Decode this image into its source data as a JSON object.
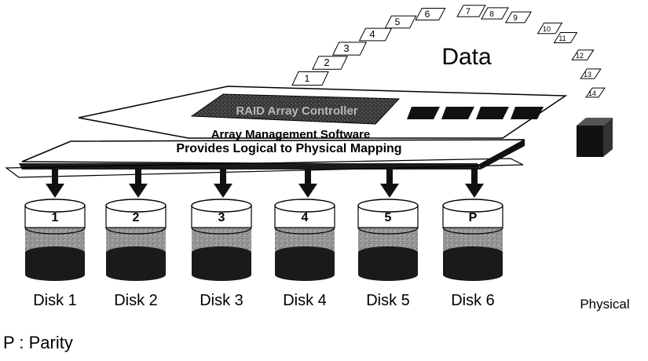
{
  "data_label": "Data",
  "data_blocks": [
    "1",
    "2",
    "3",
    "4",
    "5",
    "6",
    "7",
    "8",
    "9",
    "10",
    "11",
    "12",
    "13",
    "14"
  ],
  "controller_label": "RAID Array Controller",
  "software_line1": "Array Management Software",
  "software_line2": "Provides Logical to Physical Mapping",
  "disks": [
    {
      "cap": "1",
      "name": "Disk 1"
    },
    {
      "cap": "2",
      "name": "Disk 2"
    },
    {
      "cap": "3",
      "name": "Disk 3"
    },
    {
      "cap": "4",
      "name": "Disk 4"
    },
    {
      "cap": "5",
      "name": "Disk 5"
    },
    {
      "cap": "P",
      "name": "Disk 6"
    }
  ],
  "physical_label": "Physical",
  "legend": "P : Parity",
  "colors": {
    "ink": "#000000",
    "band_dark": "#1a1a1a",
    "band_mid": "#8a8a8a",
    "cap_fill": "#ffffff"
  }
}
